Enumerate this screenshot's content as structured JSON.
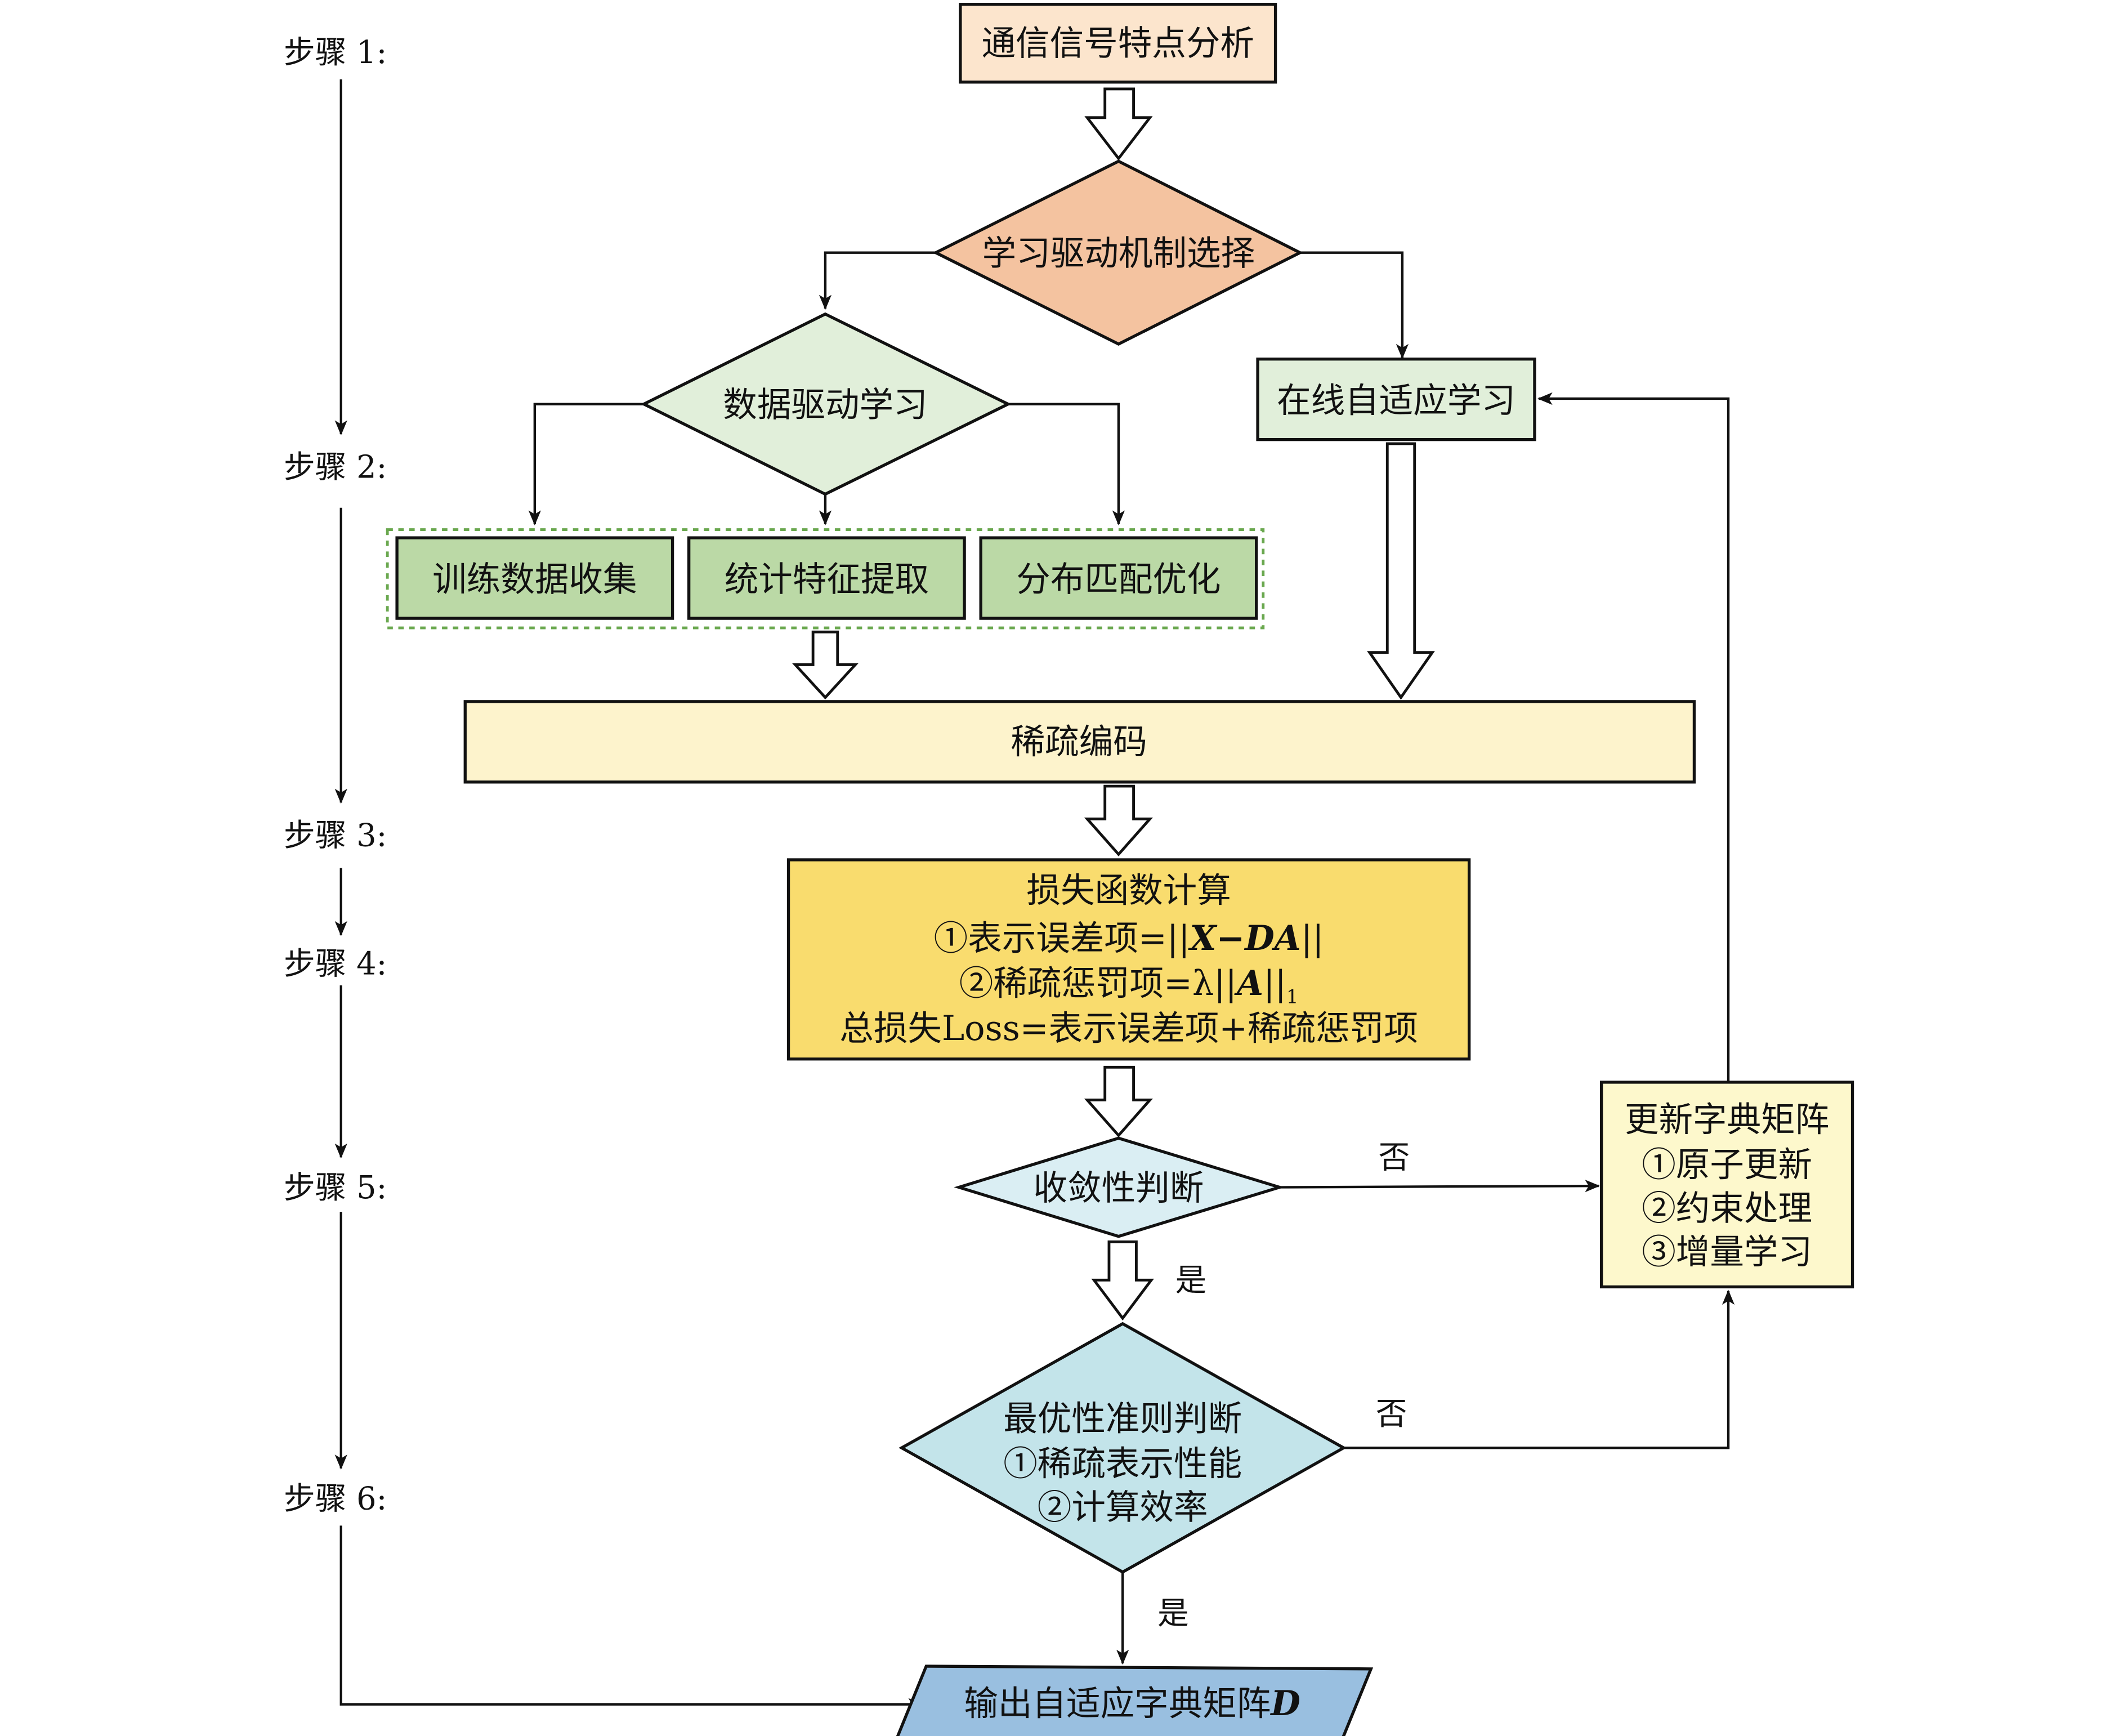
{
  "steps": [
    {
      "label": "步骤 1:"
    },
    {
      "label": "步骤 2:"
    },
    {
      "label": "步骤 3:"
    },
    {
      "label": "步骤 4:"
    },
    {
      "label": "步骤 5:"
    },
    {
      "label": "步骤 6:"
    }
  ],
  "nodes": {
    "signal_analysis": {
      "label": "通信信号特点分析",
      "color": "#fce5cd"
    },
    "mechanism_select": {
      "label": "学习驱动机制选择",
      "color": "#f4c3a0"
    },
    "data_driven": {
      "label": "数据驱动学习",
      "color": "#e1efda"
    },
    "online_adaptive": {
      "label": "在线自适应学习",
      "color": "#e1efda"
    },
    "group_items": [
      {
        "label": "训练数据收集"
      },
      {
        "label": "统计特征提取"
      },
      {
        "label": "分布匹配优化"
      }
    ],
    "group_item_color": "#bbd9a6",
    "group_border_color": "#6aa84f",
    "sparse_coding": {
      "label": "稀疏编码",
      "color": "#fdf3cc"
    },
    "loss": {
      "color": "#f9dc6e",
      "lines": [
        "损失函数计算",
        "①表示误差项=||X−DA||",
        "②稀疏惩罚项=λ||A||₁",
        "总损失Loss=表示误差项+稀疏惩罚项"
      ],
      "line1_prefix": "①表示误差项=||",
      "line1_math": "X−DA",
      "line1_suffix": "||",
      "line2_prefix": "②稀疏惩罚项=λ||",
      "line2_math": "A",
      "line2_suffix": "||",
      "line2_sub": "1"
    },
    "convergence": {
      "label": "收敛性判断",
      "color": "#daeef3"
    },
    "update_dict": {
      "color": "#fdf8cc",
      "lines": [
        "更新字典矩阵",
        "①原子更新",
        "②约束处理",
        "③增量学习"
      ]
    },
    "optimality": {
      "color": "#c3e4ea",
      "lines": [
        "最优性准则判断",
        "①稀疏表示性能",
        "②计算效率"
      ]
    },
    "output": {
      "label_prefix": "输出自适应字典矩阵",
      "label_math": "D",
      "color": "#99bfe0"
    }
  },
  "edge_labels": {
    "conv_no": "否",
    "conv_yes": "是",
    "opt_no": "否",
    "opt_yes": "是"
  }
}
